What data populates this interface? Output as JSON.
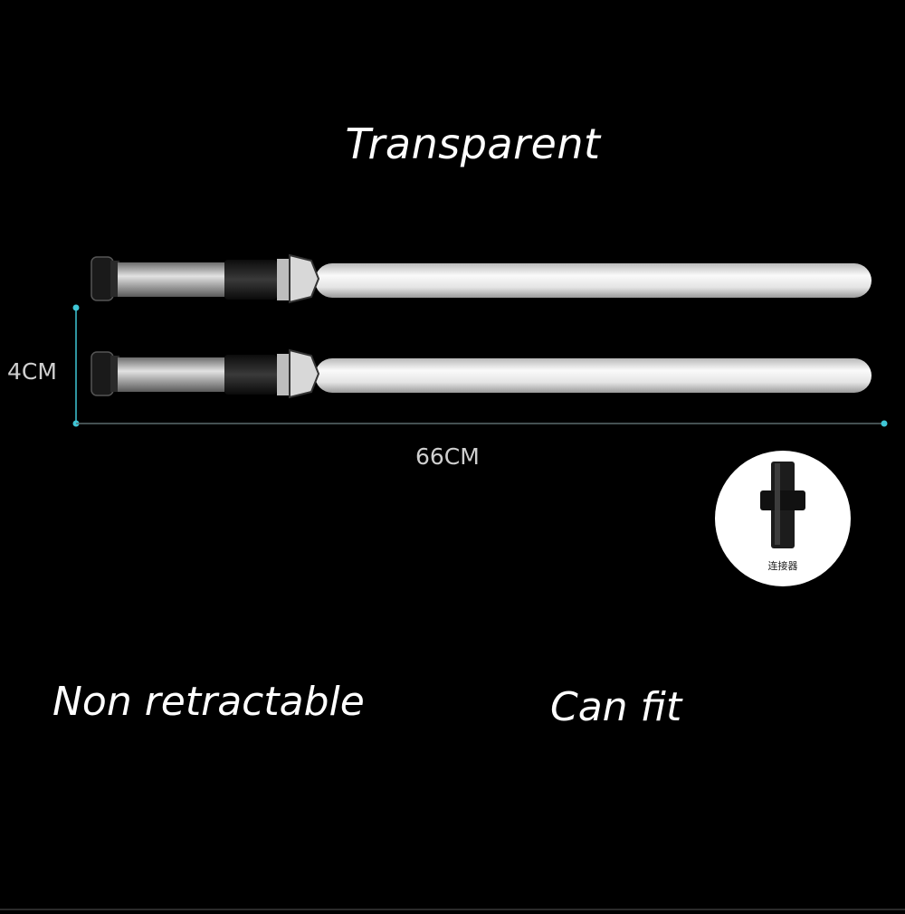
{
  "title": "Transparent",
  "captions": {
    "left": "Non retractable",
    "right": "Can fit"
  },
  "dimensions": {
    "height_label": "4CM",
    "width_label": "66CM"
  },
  "inset": {
    "label": "连接器"
  },
  "colors": {
    "background": "#000000",
    "text": "#ffffff",
    "dimension_line": "#3fc6d6",
    "blade": "#e9e9e9"
  }
}
